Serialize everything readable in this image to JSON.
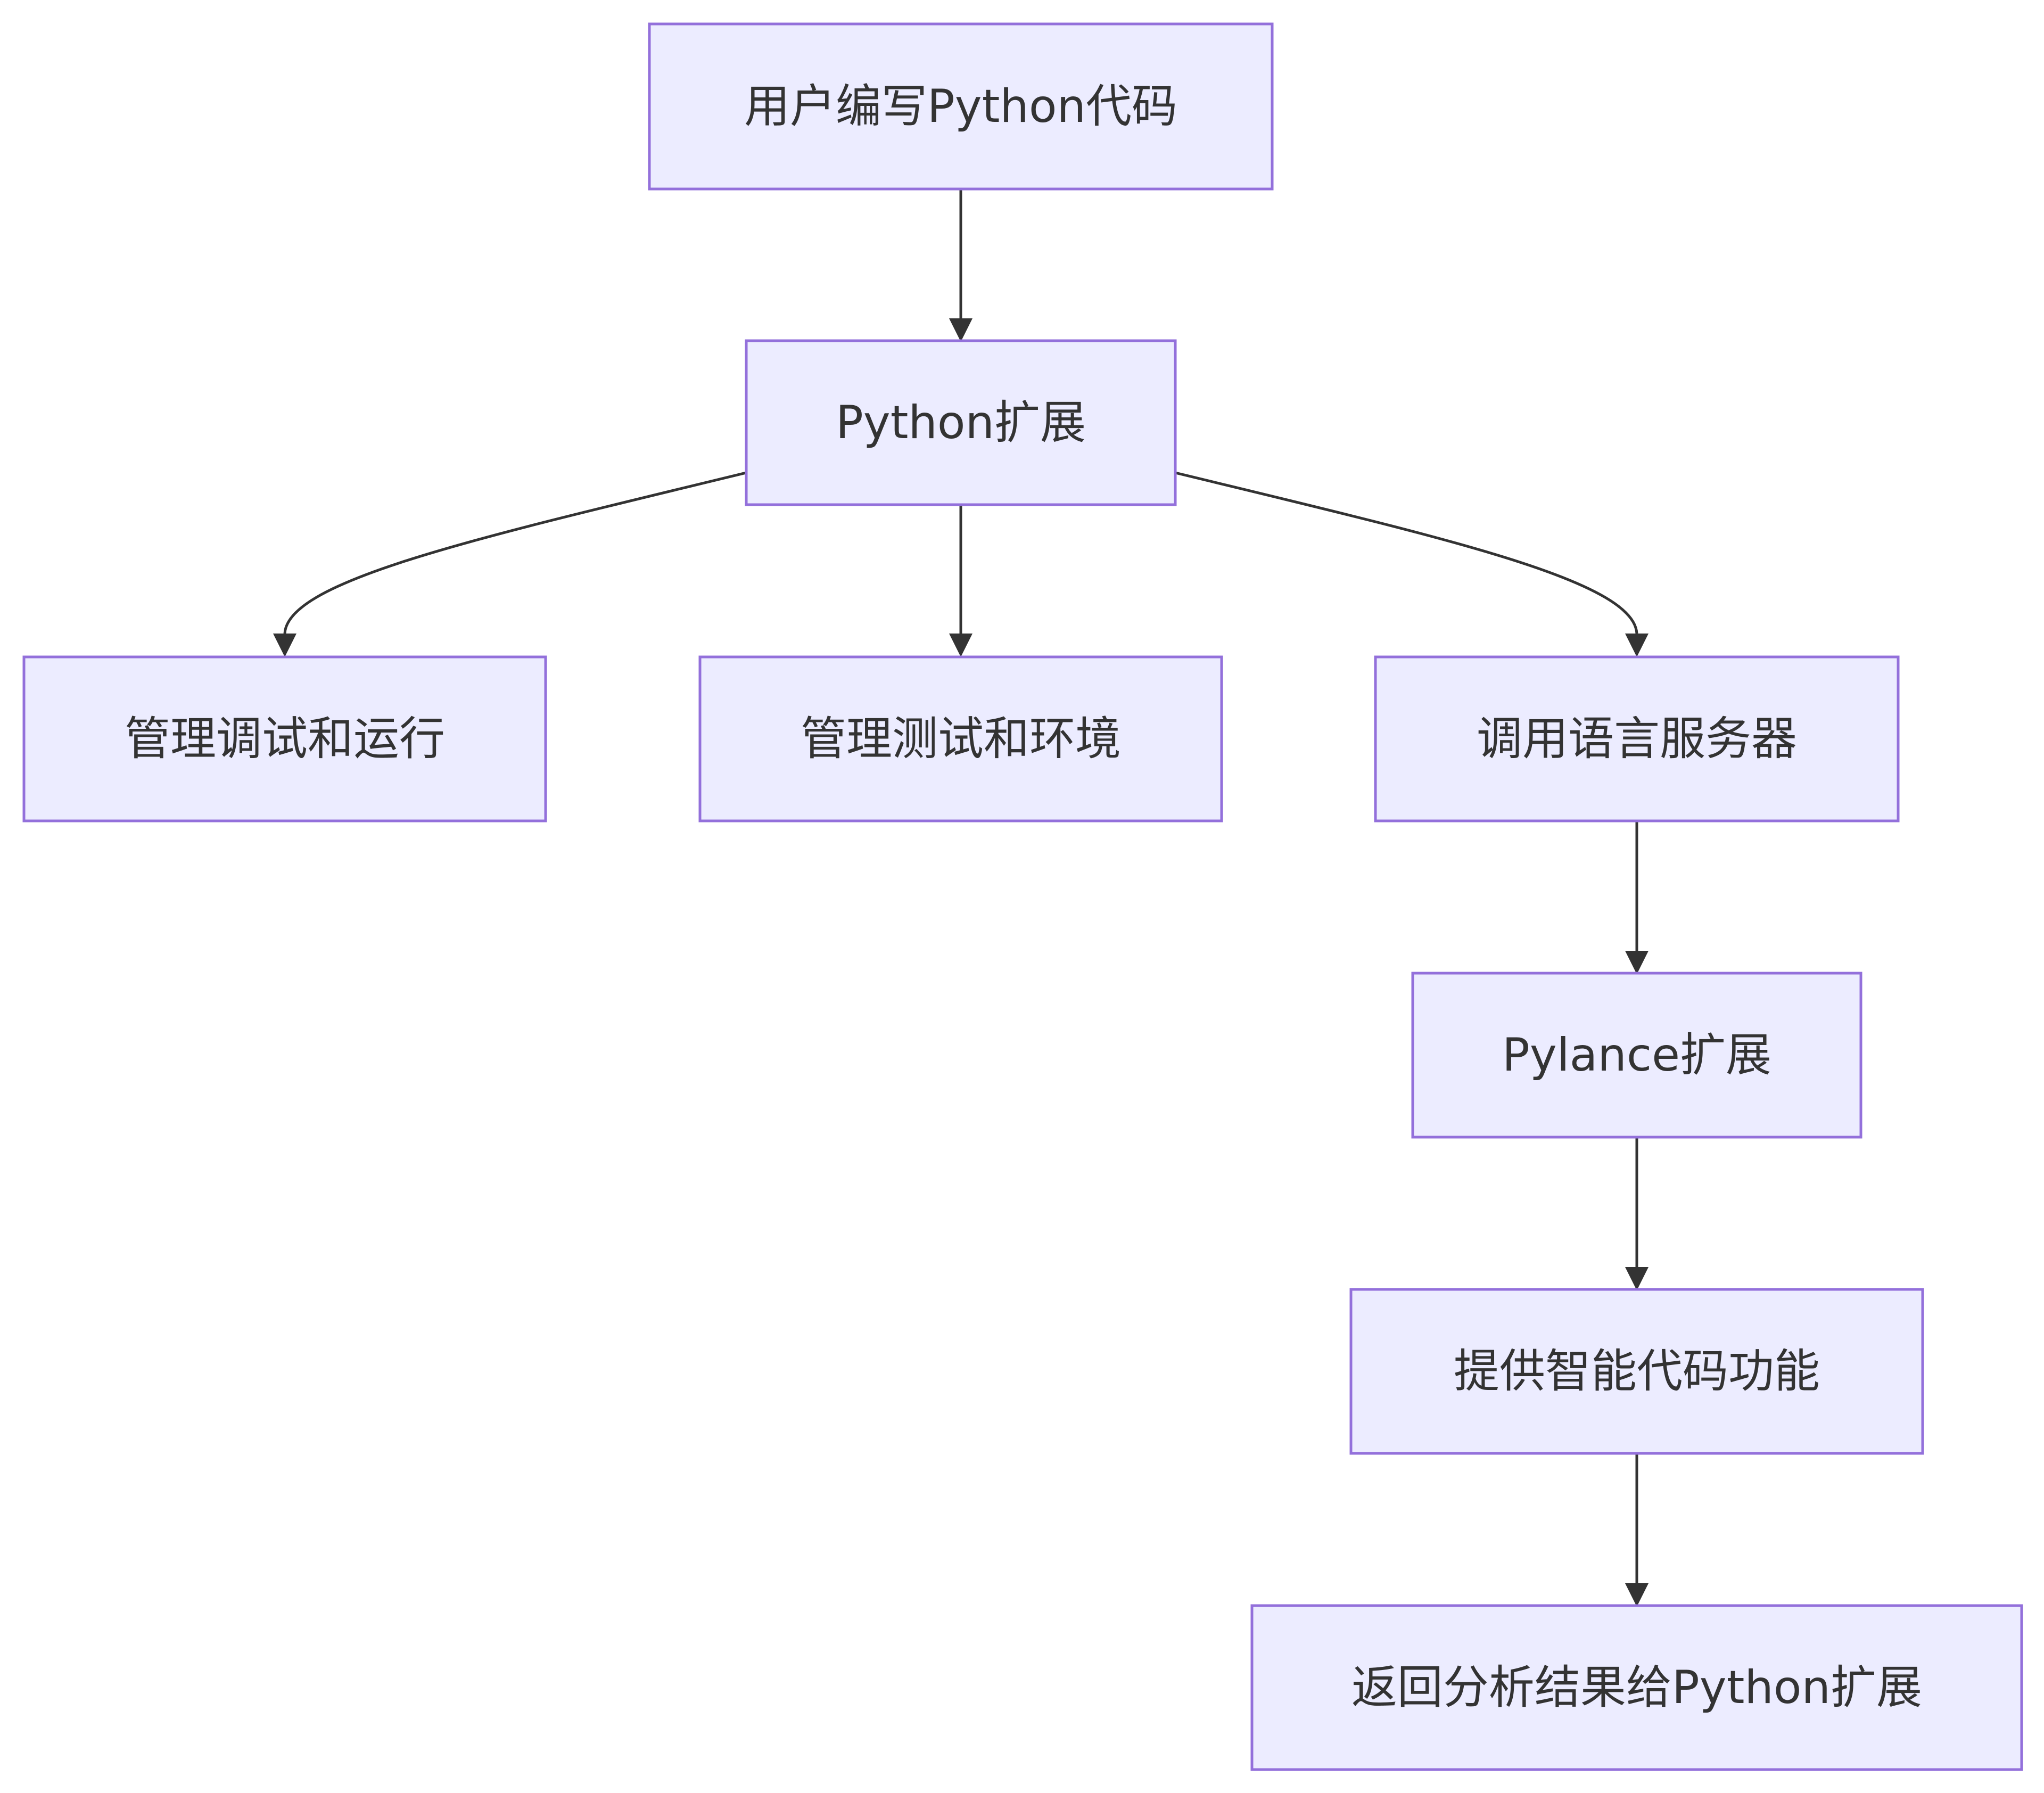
{
  "diagram": {
    "type": "flowchart",
    "direction": "top-down",
    "colors": {
      "node_fill": "#ECECFF",
      "node_border": "#9370DB",
      "edge": "#333333",
      "text": "#333333",
      "background": "#FFFFFF"
    },
    "nodes": {
      "user_writes": "用户编写Python代码",
      "python_ext": "Python扩展",
      "debug_run": "管理调试和运行",
      "test_env": "管理测试和环境",
      "call_ls": "调用语言服务器",
      "pylance": "Pylance扩展",
      "smart_features": "提供智能代码功能",
      "return_results": "返回分析结果给Python扩展"
    },
    "edges": [
      {
        "from": "user_writes",
        "to": "python_ext"
      },
      {
        "from": "python_ext",
        "to": "debug_run"
      },
      {
        "from": "python_ext",
        "to": "test_env"
      },
      {
        "from": "python_ext",
        "to": "call_ls"
      },
      {
        "from": "call_ls",
        "to": "pylance"
      },
      {
        "from": "pylance",
        "to": "smart_features"
      },
      {
        "from": "smart_features",
        "to": "return_results"
      }
    ]
  }
}
